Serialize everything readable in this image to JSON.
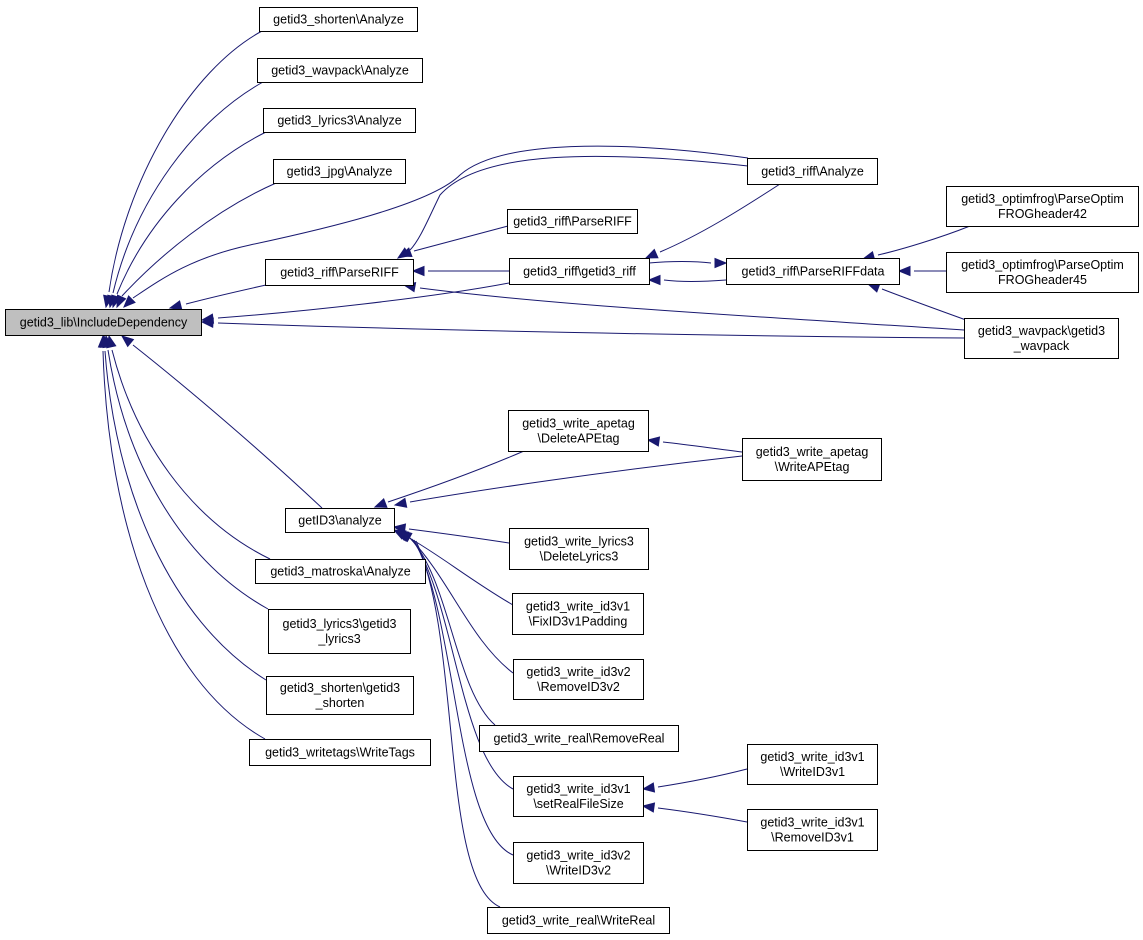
{
  "graph": {
    "nodes": [
      {
        "id": "root",
        "lines": [
          "getid3_lib\\IncludeDependency"
        ],
        "root": true
      },
      {
        "id": "shorten_analyze",
        "lines": [
          "getid3_shorten\\Analyze"
        ]
      },
      {
        "id": "wavpack_analyze",
        "lines": [
          "getid3_wavpack\\Analyze"
        ]
      },
      {
        "id": "lyrics3_analyze",
        "lines": [
          "getid3_lyrics3\\Analyze"
        ]
      },
      {
        "id": "jpg_analyze",
        "lines": [
          "getid3_jpg\\Analyze"
        ]
      },
      {
        "id": "riff_parseriff_main",
        "lines": [
          "getid3_riff\\ParseRIFF"
        ]
      },
      {
        "id": "getid3_analyze",
        "lines": [
          "getID3\\analyze"
        ]
      },
      {
        "id": "matroska_analyze",
        "lines": [
          "getid3_matroska\\Analyze"
        ]
      },
      {
        "id": "lyrics3_ctor",
        "lines": [
          "getid3_lyrics3\\getid3",
          "_lyrics3"
        ]
      },
      {
        "id": "shorten_ctor",
        "lines": [
          "getid3_shorten\\getid3",
          "_shorten"
        ]
      },
      {
        "id": "writetags",
        "lines": [
          "getid3_writetags\\WriteTags"
        ]
      },
      {
        "id": "riff_analyze",
        "lines": [
          "getid3_riff\\Analyze"
        ]
      },
      {
        "id": "riff_parseriff_2",
        "lines": [
          "getid3_riff\\ParseRIFF"
        ]
      },
      {
        "id": "riff_ctor",
        "lines": [
          "getid3_riff\\getid3_riff"
        ]
      },
      {
        "id": "riff_parseriffdata",
        "lines": [
          "getid3_riff\\ParseRIFFdata"
        ]
      },
      {
        "id": "optimfrog42",
        "lines": [
          "getid3_optimfrog\\ParseOptim",
          "FROGheader42"
        ]
      },
      {
        "id": "optimfrog45",
        "lines": [
          "getid3_optimfrog\\ParseOptim",
          "FROGheader45"
        ]
      },
      {
        "id": "wavpack_ctor",
        "lines": [
          "getid3_wavpack\\getid3",
          "_wavpack"
        ]
      },
      {
        "id": "apetag_delete",
        "lines": [
          "getid3_write_apetag",
          "\\DeleteAPEtag"
        ]
      },
      {
        "id": "apetag_write",
        "lines": [
          "getid3_write_apetag",
          "\\WriteAPEtag"
        ]
      },
      {
        "id": "lyrics3_delete",
        "lines": [
          "getid3_write_lyrics3",
          "\\DeleteLyrics3"
        ]
      },
      {
        "id": "id3v1_fixpadding",
        "lines": [
          "getid3_write_id3v1",
          "\\FixID3v1Padding"
        ]
      },
      {
        "id": "id3v2_remove",
        "lines": [
          "getid3_write_id3v2",
          "\\RemoveID3v2"
        ]
      },
      {
        "id": "real_remove",
        "lines": [
          "getid3_write_real\\RemoveReal"
        ]
      },
      {
        "id": "id3v1_setrealfilesize",
        "lines": [
          "getid3_write_id3v1",
          "\\setRealFileSize"
        ]
      },
      {
        "id": "id3v1_write",
        "lines": [
          "getid3_write_id3v1",
          "\\WriteID3v1"
        ]
      },
      {
        "id": "id3v1_remove",
        "lines": [
          "getid3_write_id3v1",
          "\\RemoveID3v1"
        ]
      },
      {
        "id": "id3v2_write",
        "lines": [
          "getid3_write_id3v2",
          "\\WriteID3v2"
        ]
      },
      {
        "id": "real_write",
        "lines": [
          "getid3_write_real\\WriteReal"
        ]
      }
    ],
    "edges": [
      {
        "from": "shorten_analyze",
        "to": "root"
      },
      {
        "from": "wavpack_analyze",
        "to": "root"
      },
      {
        "from": "lyrics3_analyze",
        "to": "root"
      },
      {
        "from": "jpg_analyze",
        "to": "root"
      },
      {
        "from": "riff_analyze",
        "to": "root"
      },
      {
        "from": "riff_parseriff_main",
        "to": "root"
      },
      {
        "from": "riff_ctor",
        "to": "root"
      },
      {
        "from": "wavpack_ctor",
        "to": "root"
      },
      {
        "from": "getid3_analyze",
        "to": "root"
      },
      {
        "from": "matroska_analyze",
        "to": "root"
      },
      {
        "from": "lyrics3_ctor",
        "to": "root"
      },
      {
        "from": "shorten_ctor",
        "to": "root"
      },
      {
        "from": "writetags",
        "to": "root"
      },
      {
        "from": "riff_analyze",
        "to": "riff_parseriff_main"
      },
      {
        "from": "riff_parseriff_2",
        "to": "riff_parseriff_main"
      },
      {
        "from": "riff_ctor",
        "to": "riff_parseriff_main"
      },
      {
        "from": "wavpack_ctor",
        "to": "riff_parseriff_main"
      },
      {
        "from": "riff_analyze",
        "to": "riff_ctor"
      },
      {
        "from": "riff_parseriffdata",
        "to": "riff_ctor"
      },
      {
        "from": "riff_ctor",
        "to": "riff_parseriffdata"
      },
      {
        "from": "optimfrog42",
        "to": "riff_parseriffdata"
      },
      {
        "from": "optimfrog45",
        "to": "riff_parseriffdata"
      },
      {
        "from": "wavpack_ctor",
        "to": "riff_parseriffdata"
      },
      {
        "from": "apetag_delete",
        "to": "getid3_analyze"
      },
      {
        "from": "apetag_write",
        "to": "getid3_analyze"
      },
      {
        "from": "apetag_write",
        "to": "apetag_delete"
      },
      {
        "from": "lyrics3_delete",
        "to": "getid3_analyze"
      },
      {
        "from": "id3v1_fixpadding",
        "to": "getid3_analyze"
      },
      {
        "from": "id3v2_remove",
        "to": "getid3_analyze"
      },
      {
        "from": "real_remove",
        "to": "getid3_analyze"
      },
      {
        "from": "id3v1_setrealfilesize",
        "to": "getid3_analyze"
      },
      {
        "from": "id3v2_write",
        "to": "getid3_analyze"
      },
      {
        "from": "real_write",
        "to": "getid3_analyze"
      },
      {
        "from": "id3v1_write",
        "to": "id3v1_setrealfilesize"
      },
      {
        "from": "id3v1_remove",
        "to": "id3v1_setrealfilesize"
      }
    ]
  },
  "colors": {
    "edge": "#191970",
    "root_fill": "#bfbfbf",
    "node_fill": "#ffffff",
    "node_border": "#000000"
  }
}
